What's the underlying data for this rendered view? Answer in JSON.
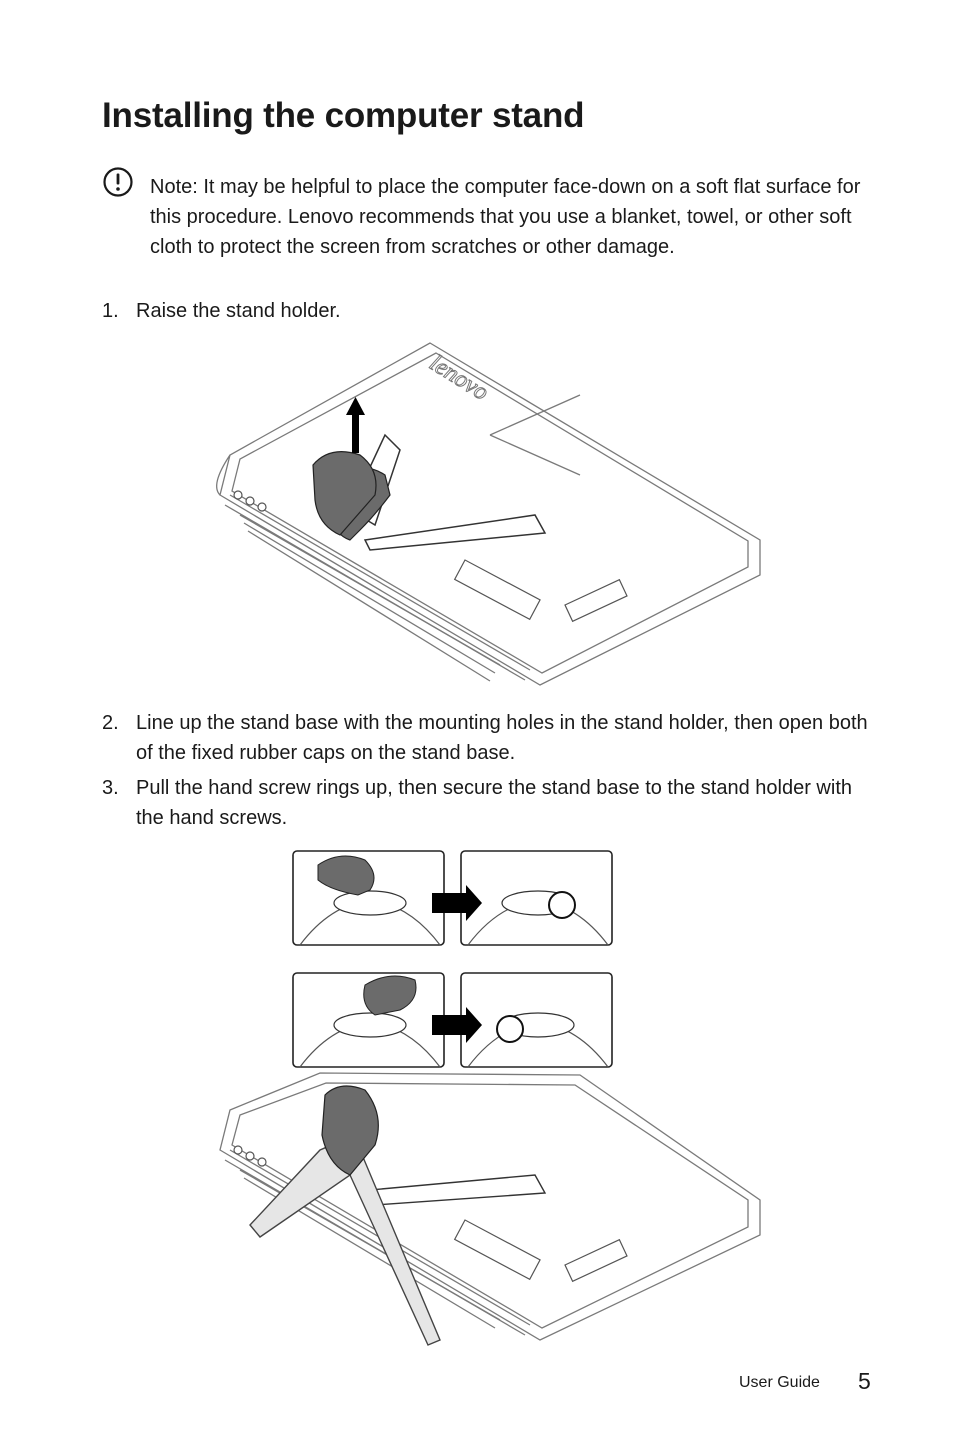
{
  "page": {
    "title": "Installing the computer stand",
    "note": {
      "label": "Note:",
      "text": " It may be helpful to place the computer face-down on a soft flat surface for this procedure. Lenovo recommends that you use a blanket, towel, or other soft cloth to protect the screen from scratches or other damage."
    },
    "steps": [
      {
        "num": "1.",
        "text": "Raise the stand holder."
      },
      {
        "num": "2.",
        "text": "Line up the stand base with the mounting holes in the stand holder, then open both of the fixed rubber caps on the stand base."
      },
      {
        "num": "3.",
        "text": "Pull the hand screw rings up, then secure the stand base to the stand holder with the hand screws."
      }
    ],
    "figure1": {
      "logo_text": "lenovo"
    },
    "footer": {
      "label": "User Guide",
      "page_number": "5"
    }
  }
}
